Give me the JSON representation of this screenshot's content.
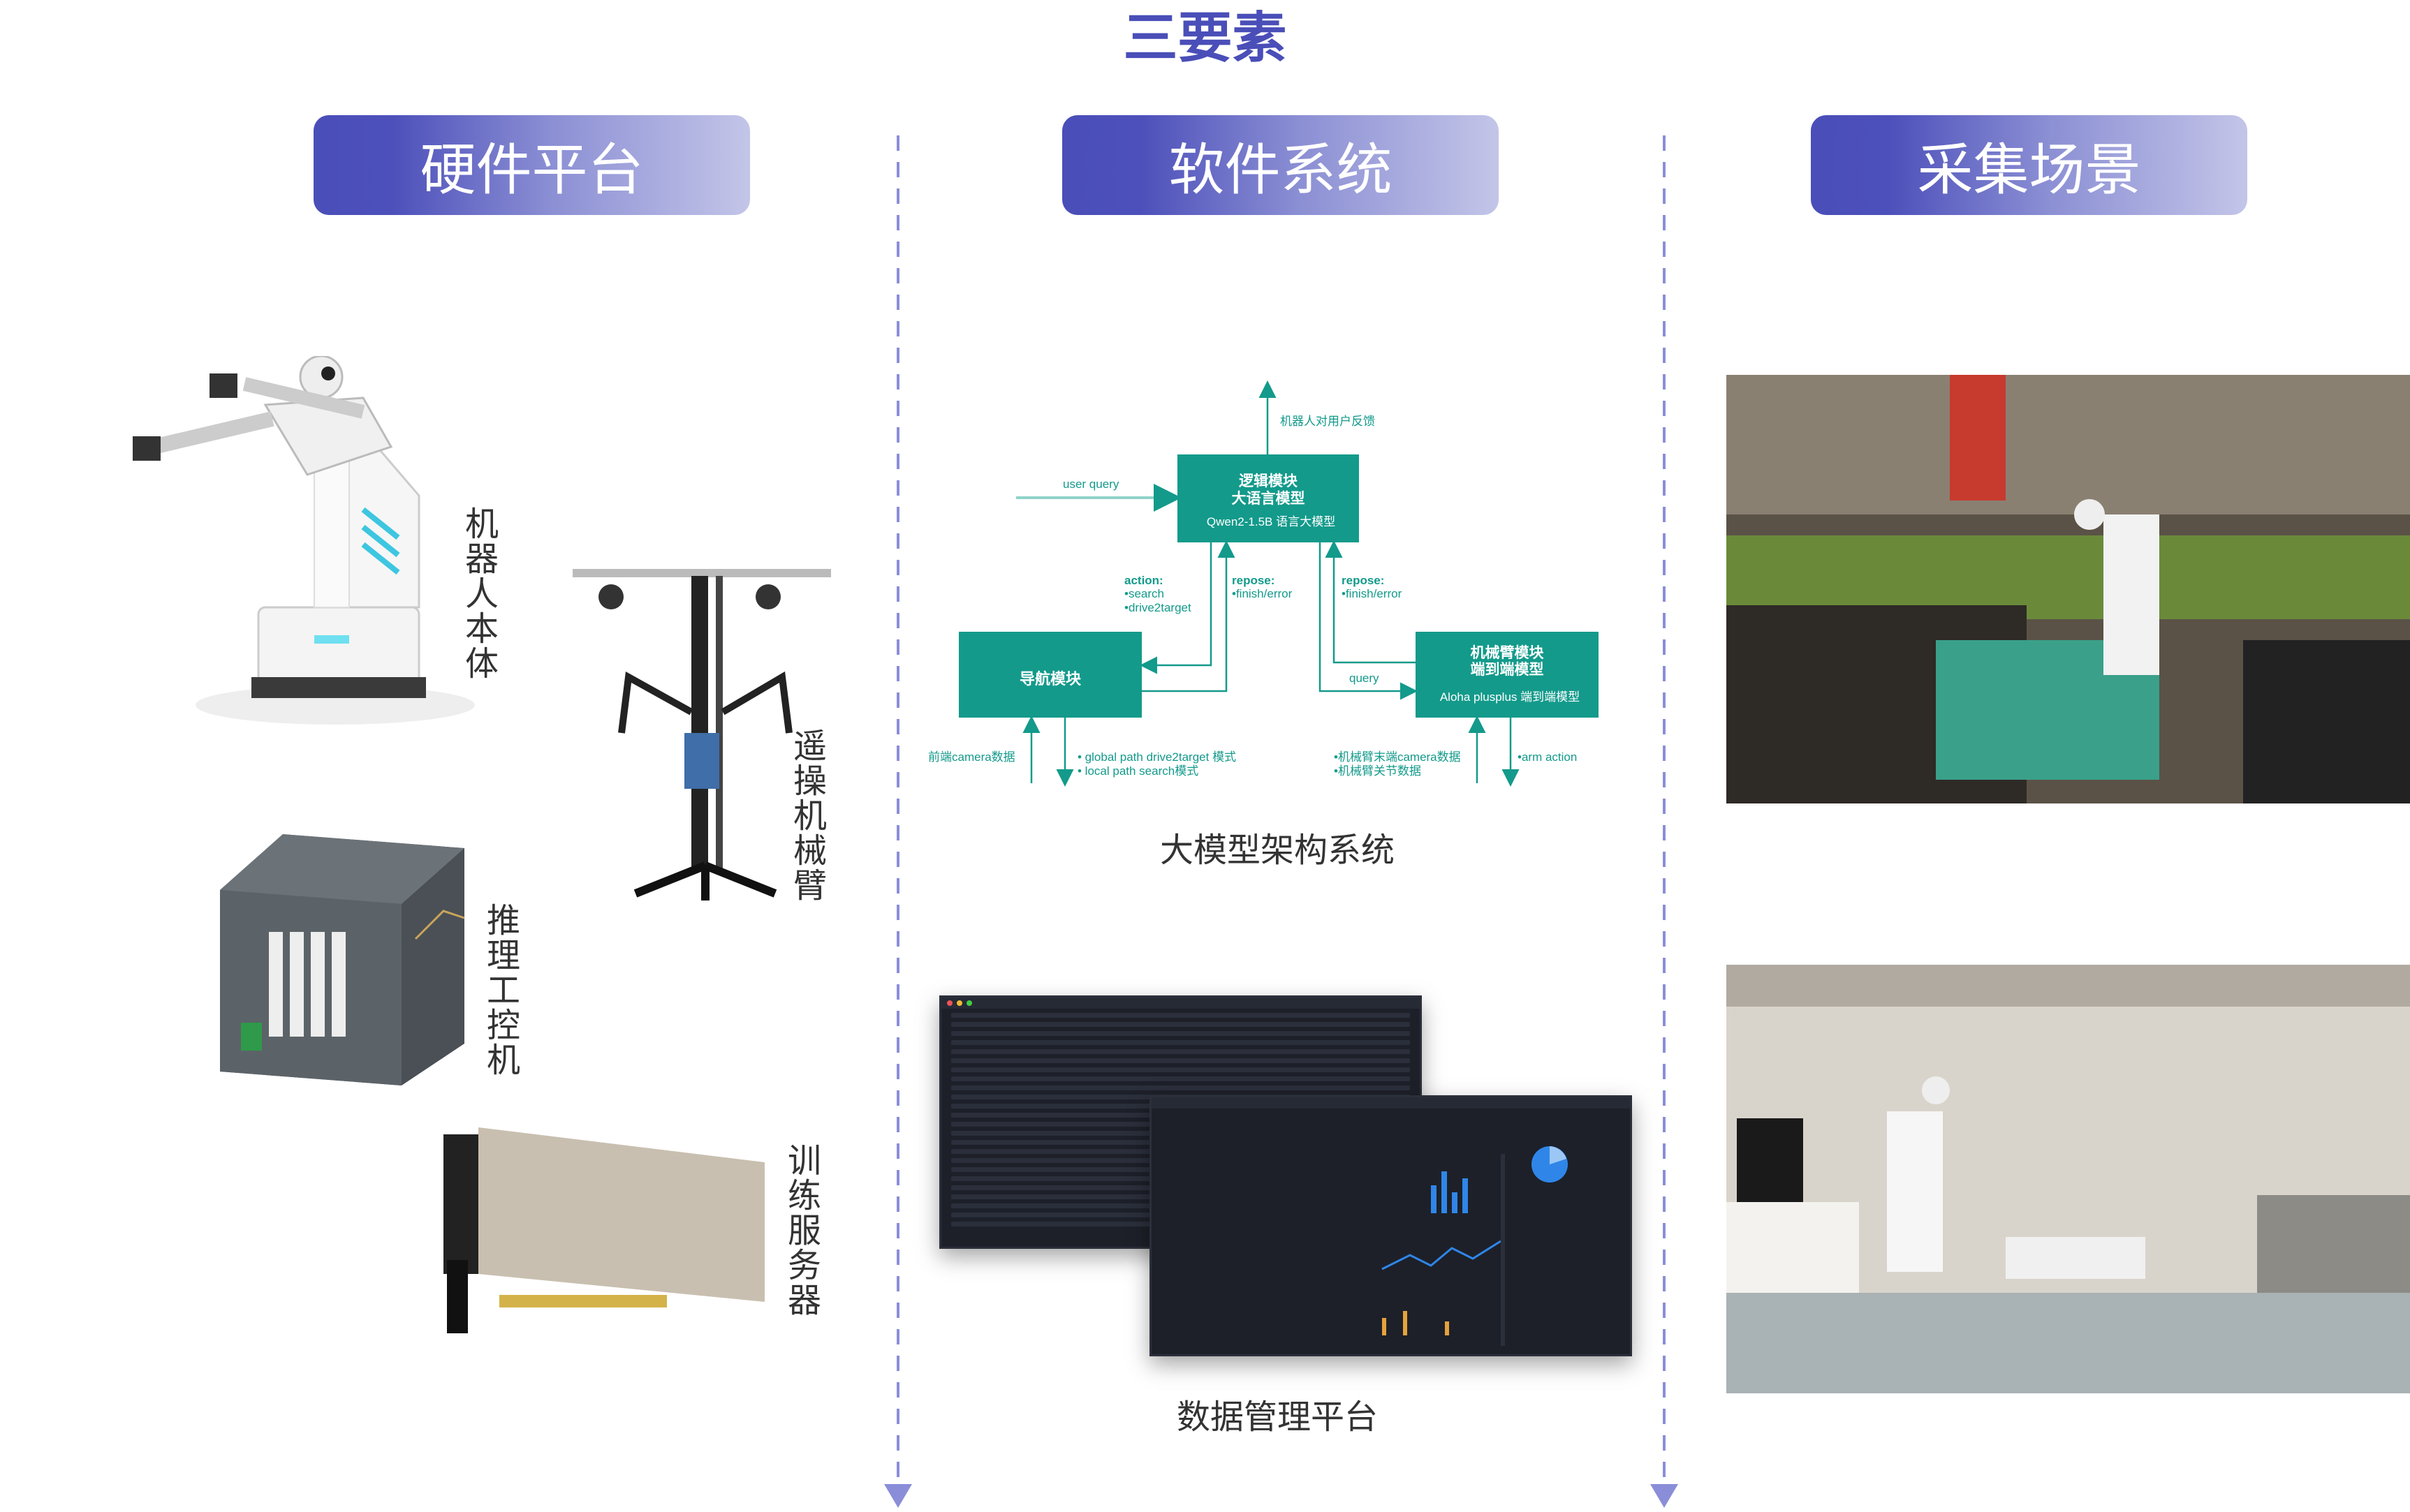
{
  "title": "三要素",
  "columns": {
    "hardware": {
      "header": "硬件平台",
      "items": [
        "机器人本体",
        "遥操机械臂",
        "推理工控机",
        "训练服务器"
      ]
    },
    "software": {
      "header": "软件系统",
      "diagram_caption": "大模型架构系统",
      "dashboard_caption": "数据管理平台"
    },
    "scenes": {
      "header": "采集场景",
      "photos": [
        "supermarket-scene",
        "home-living-room-scene"
      ]
    }
  },
  "diagram": {
    "logic_module": {
      "title1": "逻辑模块",
      "title2": "大语言模型",
      "subtitle": "Qwen2-1.5B 语言大模型"
    },
    "nav_module": {
      "title": "导航模块"
    },
    "arm_module": {
      "title1": "机械臂模块",
      "title2": "端到端模型",
      "subtitle": "Aloha plusplus 端到端模型"
    },
    "feedback": "机器人对用户反馈",
    "user_query": "user query",
    "action": {
      "head": "action:",
      "items": [
        "•search",
        "•drive2target"
      ]
    },
    "repose_left": {
      "head": "repose:",
      "item": "•finish/error"
    },
    "repose_right": {
      "head": "repose:",
      "item": "•finish/error"
    },
    "query": "query",
    "nav_input": "前端camera数据",
    "nav_output": [
      "• global path drive2target 模式",
      "• local path search模式"
    ],
    "arm_input": [
      "•机械臂末端camera数据",
      "•机械臂关节数据"
    ],
    "arm_output": "•arm action"
  },
  "colors": {
    "accent": "#4a4eb8",
    "teal": "#139a8b"
  }
}
